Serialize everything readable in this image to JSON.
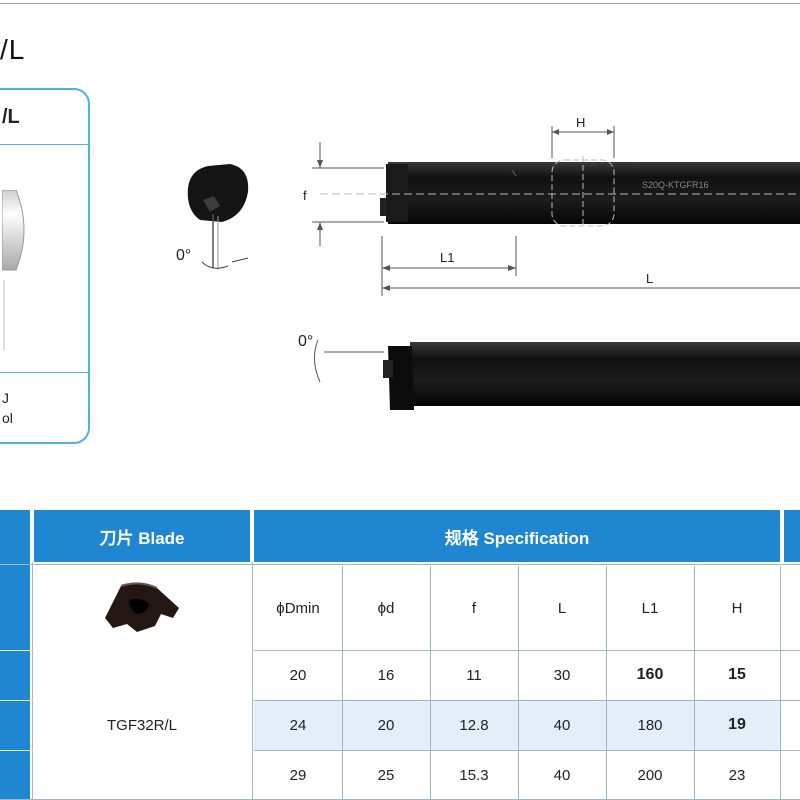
{
  "title": "/L",
  "side_card": {
    "heading": "/L",
    "footer_line1": "J",
    "footer_line2": "ol"
  },
  "drawing": {
    "angle_front": "0°",
    "angle_side": "0°",
    "dim_H": "H",
    "dim_f": "f",
    "dim_L1": "L1",
    "dim_L": "L",
    "tool_marking": "S20Q-KTGFR16"
  },
  "table": {
    "blade_header": "刀片 Blade",
    "spec_header": "规格 Specification",
    "columns": [
      "ϕDmin",
      "ϕd",
      "f",
      "L",
      "L1",
      "H"
    ],
    "blade_model": "TGF32R/L",
    "rows": [
      {
        "Dmin": "20",
        "d": "16",
        "f": "11",
        "L": "30",
        "L1": "160",
        "H": "15"
      },
      {
        "Dmin": "24",
        "d": "20",
        "f": "12.8",
        "L": "40",
        "L1": "180",
        "H": "19"
      },
      {
        "Dmin": "29",
        "d": "25",
        "f": "15.3",
        "L": "40",
        "L1": "200",
        "H": "23"
      }
    ],
    "bold_cells": [
      "0.L1",
      "0.H",
      "1.H"
    ]
  },
  "colors": {
    "header_blue": "#1f86d2",
    "row_shade": "#e3eef8",
    "card_border": "#4fb3df",
    "tool_black": "#141414"
  }
}
